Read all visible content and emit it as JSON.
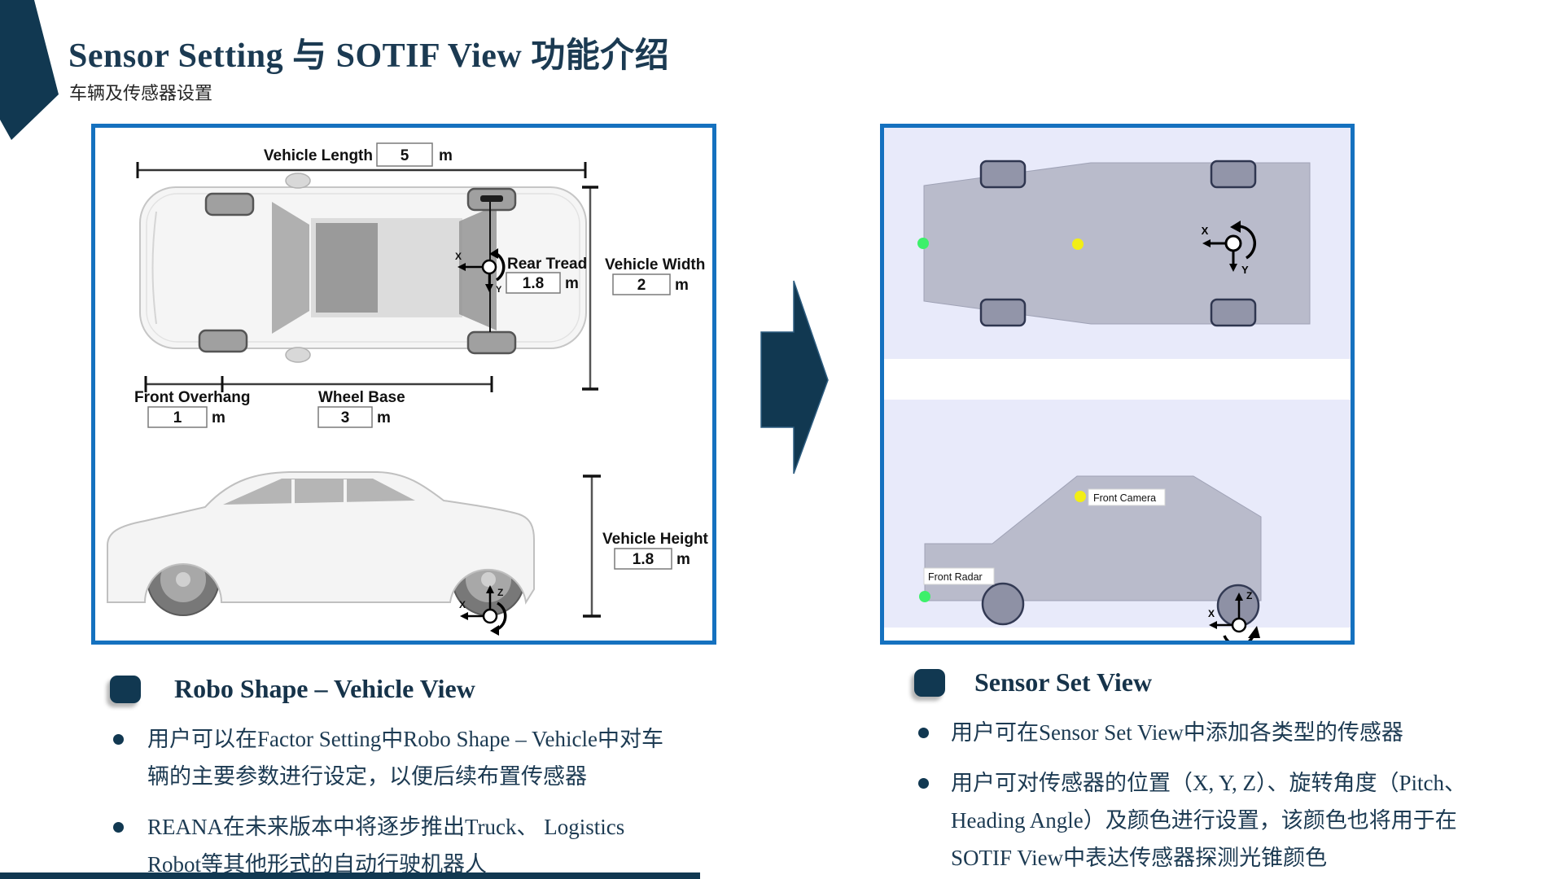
{
  "colors": {
    "navy": "#113851",
    "panel_border_blue": "#1571bf",
    "lavender_background": "#e8eafa",
    "sensor_car_gray": "#b9bbcb",
    "radar_green": "#3df06a",
    "camera_yellow": "#f2ee16"
  },
  "header": {
    "title": "Sensor Setting 与 SOTIF View 功能介绍",
    "subtitle": "车辆及传感器设置"
  },
  "axes": {
    "x": "X",
    "y": "Y",
    "z": "Z"
  },
  "vehicle_panel": {
    "vehicle_length": {
      "label": "Vehicle Length",
      "value": "5",
      "unit": "m"
    },
    "rear_tread": {
      "label": "Rear Tread",
      "value": "1.8",
      "unit": "m"
    },
    "vehicle_width": {
      "label": "Vehicle Width",
      "value": "2",
      "unit": "m"
    },
    "front_overhang": {
      "label": "Front Overhang",
      "value": "1",
      "unit": "m"
    },
    "wheel_base": {
      "label": "Wheel Base",
      "value": "3",
      "unit": "m"
    },
    "vehicle_height": {
      "label": "Vehicle Height",
      "value": "1.8",
      "unit": "m"
    }
  },
  "sensor_panel": {
    "front_camera_label": "Front Camera",
    "front_radar_label": "Front Radar"
  },
  "left_section": {
    "heading": "Robo Shape – Vehicle View",
    "bullets": [
      [
        "用户可以在Factor Setting中Robo Shape – Vehicle中对车",
        "辆的主要参数进行设定，以便后续布置传感器"
      ],
      [
        "REANA在未来版本中将逐步推出Truck、 Logistics",
        "Robot等其他形式的自动行驶机器人"
      ]
    ]
  },
  "right_section": {
    "heading": "Sensor Set View",
    "bullets": [
      [
        "用户可在Sensor Set View中添加各类型的传感器"
      ],
      [
        "用户可对传感器的位置（X, Y, Z）、旋转角度（Pitch、",
        "Heading Angle）及颜色进行设置，该颜色也将用于在",
        "SOTIF View中表达传感器探测光锥颜色"
      ]
    ]
  }
}
